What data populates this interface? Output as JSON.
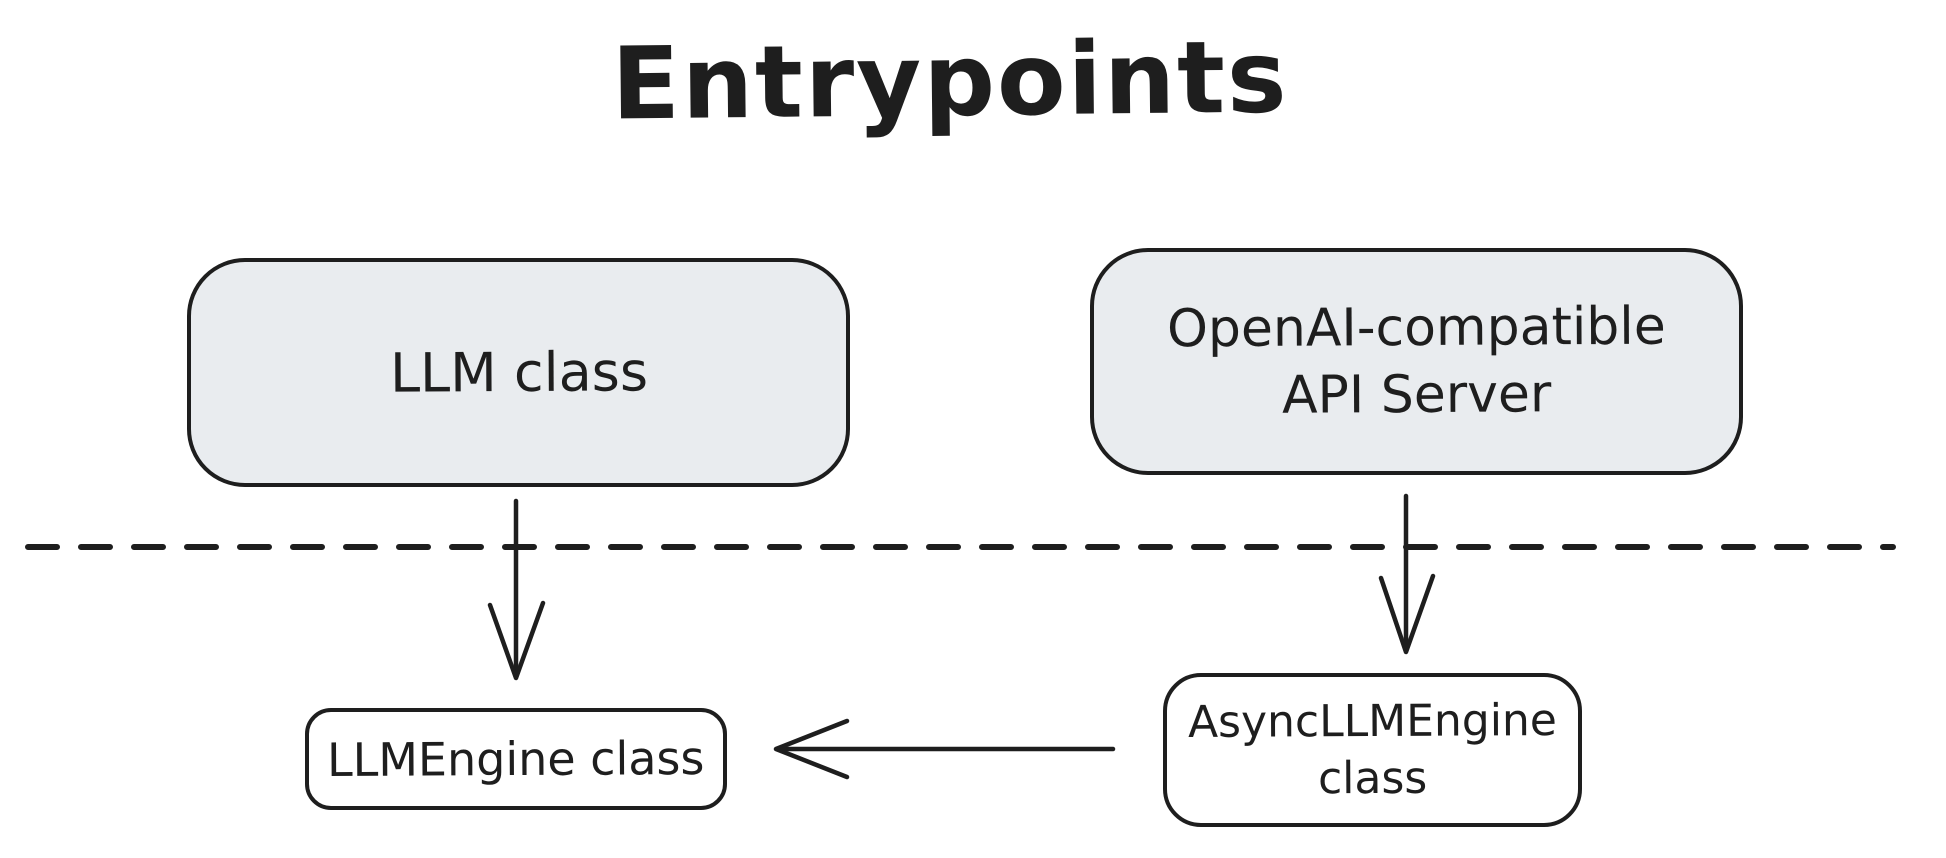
{
  "diagram": {
    "title": "Entrypoints",
    "style": "hand-drawn whiteboard sketch",
    "colors": {
      "stroke": "#1e1e1e",
      "gray_fill": "#e9ecef",
      "white_fill": "#ffffff",
      "background": "#ffffff"
    },
    "nodes": [
      {
        "id": "llm-class",
        "label": "LLM class",
        "fill": "gray",
        "region": "above-divider"
      },
      {
        "id": "openai-api-server",
        "label": "OpenAI-compatible API Server",
        "lines": [
          "OpenAI-compatible",
          "API Server"
        ],
        "fill": "gray",
        "region": "above-divider"
      },
      {
        "id": "llmengine-class",
        "label": "LLMEngine class",
        "fill": "white",
        "region": "below-divider"
      },
      {
        "id": "asyncllmengine-class",
        "label": "AsyncLLMEngine class",
        "lines": [
          "AsyncLLMEngine",
          "class"
        ],
        "fill": "white",
        "region": "below-divider"
      }
    ],
    "edges": [
      {
        "from": "llm-class",
        "to": "llmengine-class",
        "direction": "down"
      },
      {
        "from": "openai-api-server",
        "to": "asyncllmengine-class",
        "direction": "down"
      },
      {
        "from": "asyncllmengine-class",
        "to": "llmengine-class",
        "direction": "left"
      }
    ],
    "divider": {
      "type": "dashed-horizontal-line",
      "separates": "entrypoints from engine classes"
    }
  }
}
